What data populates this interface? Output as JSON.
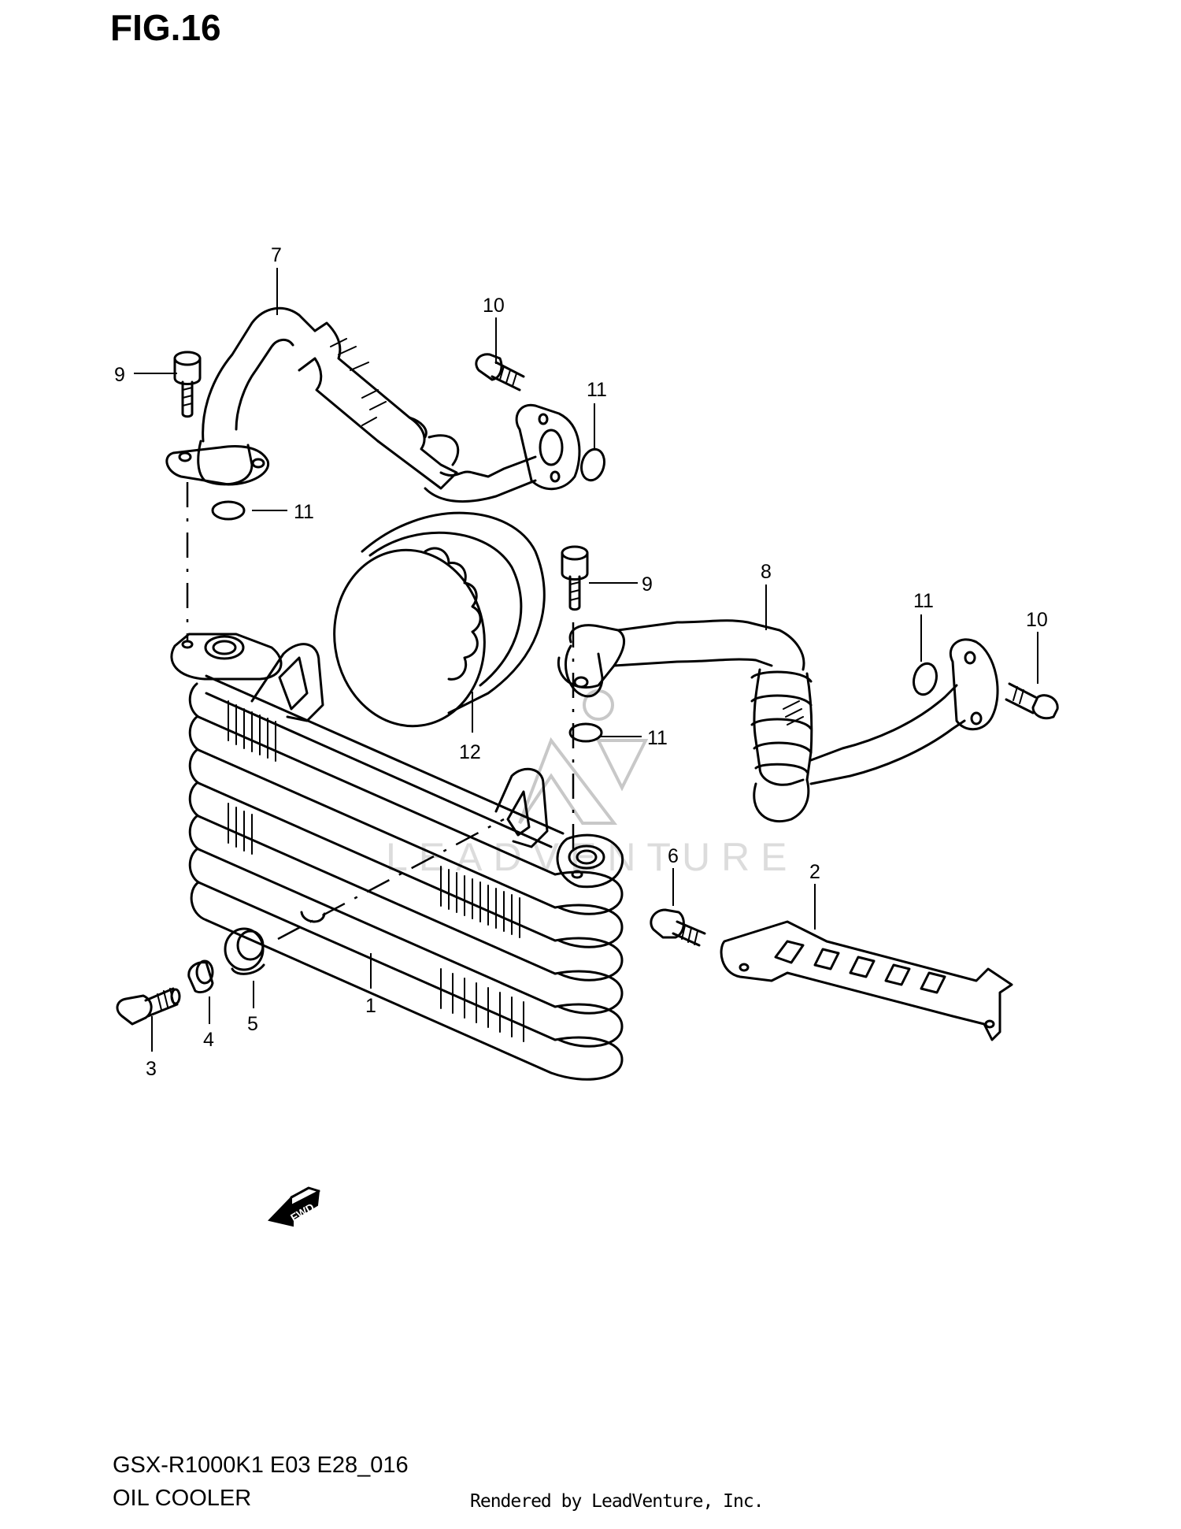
{
  "figure": {
    "title": "FIG.16",
    "model_code": "GSX-R1000K1 E03 E28_016",
    "section_name": "OIL COOLER",
    "credit": "Rendered by LeadVenture, Inc.",
    "watermark_text": "LEADVENTURE",
    "direction_arrow_text": "FWD"
  },
  "callouts": {
    "c1": "1",
    "c2": "2",
    "c3": "3",
    "c4": "4",
    "c5": "5",
    "c6": "6",
    "c7": "7",
    "c8": "8",
    "c9a": "9",
    "c9b": "9",
    "c10a": "10",
    "c10b": "10",
    "c11a": "11",
    "c11b": "11",
    "c11c": "11",
    "c11d": "11",
    "c12": "12"
  },
  "colors": {
    "line": "#000000",
    "watermark": "#c8c8c8",
    "background": "#ffffff"
  }
}
